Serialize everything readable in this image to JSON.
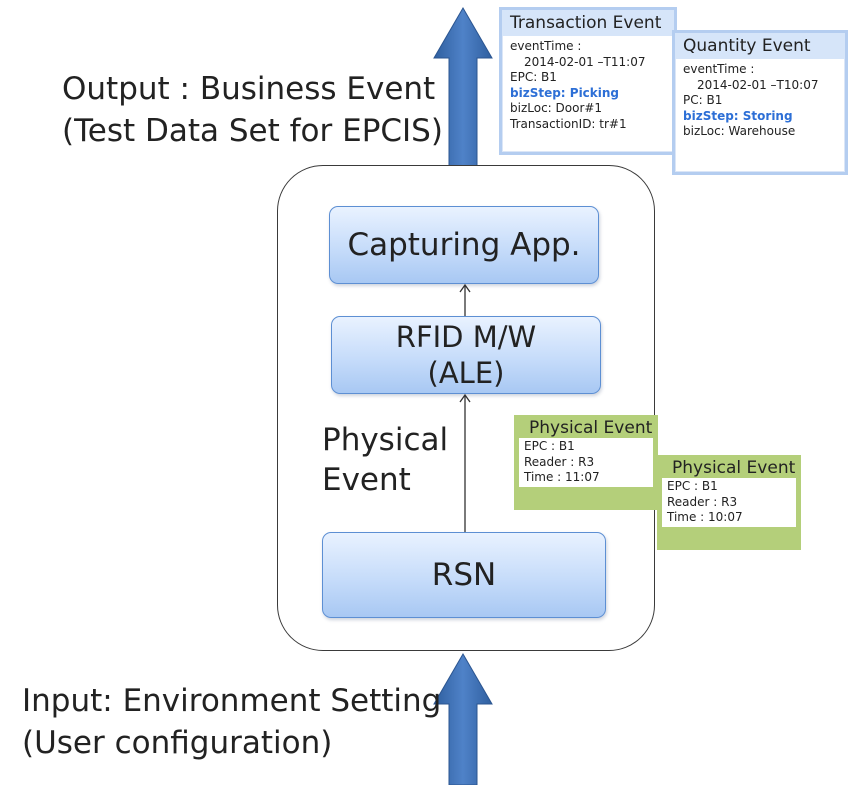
{
  "output_label": {
    "line1": "Output : Business Event",
    "line2": "(Test Data Set for EPCIS)"
  },
  "input_label": {
    "line1": "Input: Environment Setting",
    "line2": "(User configuration)"
  },
  "components": {
    "capturing_app": "Capturing App.",
    "rfid_line1": "RFID M/W",
    "rfid_line2": "(ALE)",
    "rsn": "RSN"
  },
  "physical_event_label": {
    "line1": "Physical",
    "line2": "Event"
  },
  "transaction_event": {
    "title": "Transaction Event",
    "event_time_label": "eventTime :",
    "event_time_value": "2014-02-01 –T11:07",
    "epc": "EPC: B1",
    "biz_step": "bizStep: Picking",
    "biz_loc": "bizLoc: Door#1",
    "transaction_id": "TransactionID:  tr#1"
  },
  "quantity_event": {
    "title": "Quantity Event",
    "event_time_label": "eventTime :",
    "event_time_value": "2014-02-01 –T10:07",
    "epc": "PC: B1",
    "biz_step": "bizStep: Storing",
    "biz_loc": "bizLoc: Warehouse"
  },
  "physical_event_1": {
    "title": "Physical Event",
    "epc": "EPC : B1",
    "reader": "Reader : R3",
    "time": "Time  : 11:07"
  },
  "physical_event_2": {
    "title": "Physical Event",
    "epc": "EPC : B1",
    "reader": "Reader : R3",
    "time": "Time  : 10:07"
  },
  "colors": {
    "arrow_blue": "#3d6eb3",
    "box_border": "#5d8fd3",
    "card_green": "#b4cf7a",
    "card_blue_border": "#b4cdf0",
    "biz_step_blue": "#2d6fd6"
  }
}
